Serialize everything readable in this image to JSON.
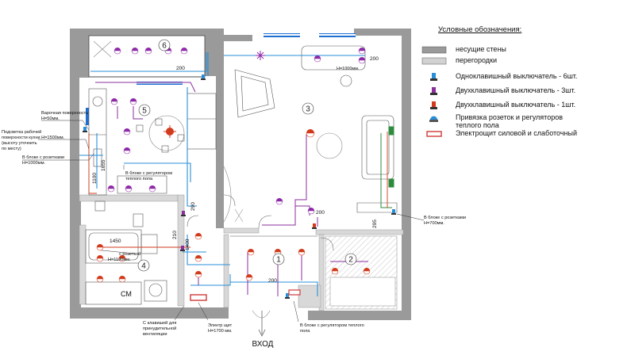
{
  "rooms": [
    {
      "number": "1"
    },
    {
      "number": "2"
    },
    {
      "number": "3"
    },
    {
      "number": "4"
    },
    {
      "number": "5"
    },
    {
      "number": "6"
    }
  ],
  "dimensions": {
    "d_200_top": "200",
    "d_200_right": "200",
    "d_200_mid": "200",
    "d_200_hall": "200",
    "d_1450": "1450",
    "d_1100": "1100",
    "d_1655": "1655",
    "d_290": "290",
    "d_1400": "1400",
    "d_295": "295",
    "d_210": "210",
    "h_1000_right": "Н=1000мм."
  },
  "annotations": {
    "cooktop_1": "Варочная поверхность",
    "cooktop_2": "Н=50мм.",
    "worktop_1": "Подсветка рабочей",
    "worktop_2": "поверхности кухни Н=1500мм.",
    "worktop_3": "(высоту уточнить",
    "worktop_4": "по месту)",
    "outlet_block_left_1": "В блоке с розетками",
    "outlet_block_left_2": "Н=1000мм.",
    "floor_reg_kitchen_1": "В блоке с регулятором",
    "floor_reg_kitchen_2": "теплого пола",
    "outlet_block_right_1": "В блоке с розетками",
    "outlet_block_right_2": "Н=700мм.",
    "outlet_bath": "с розеткой",
    "outlet_bath_h": "Н=1100мм.",
    "switch_vent_1": "С клавишей для",
    "switch_vent_2": "принудительной",
    "switch_vent_3": "вентиляции",
    "panel_1": "Электр щит",
    "panel_2": "Н=1700 мм.",
    "floor_reg_hall_1": "В блоке с регулятором теплого",
    "floor_reg_hall_2": "пола",
    "entrance": "ВХОД",
    "washer": "СМ"
  },
  "legend": {
    "title": "Условные обозначения:",
    "items": [
      {
        "label": "несущие стены"
      },
      {
        "label": "перегородки"
      },
      {
        "label": "Одноклавишный выключатель - 6шт."
      },
      {
        "label": "Двухклавишный выключатель - 3шт."
      },
      {
        "label": "Двухклавишный выключатель - 1шт."
      },
      {
        "label": "Привязка розеток и регуляторов"
      },
      {
        "label": "теплого пола"
      },
      {
        "label": "Электрощит силовой и слаботочный"
      }
    ]
  },
  "colors": {
    "wall": "#9a9a9a",
    "partition": "#d2d2d2",
    "wire_blue": "#2a8fd8",
    "wire_purple": "#8a2f9c",
    "wire_green": "#2e8b3e",
    "fixture_purple": "#8e2aa8",
    "fixture_red": "#d23a1c",
    "window": "#1f6fd0",
    "panel": "#cf3a3a"
  }
}
